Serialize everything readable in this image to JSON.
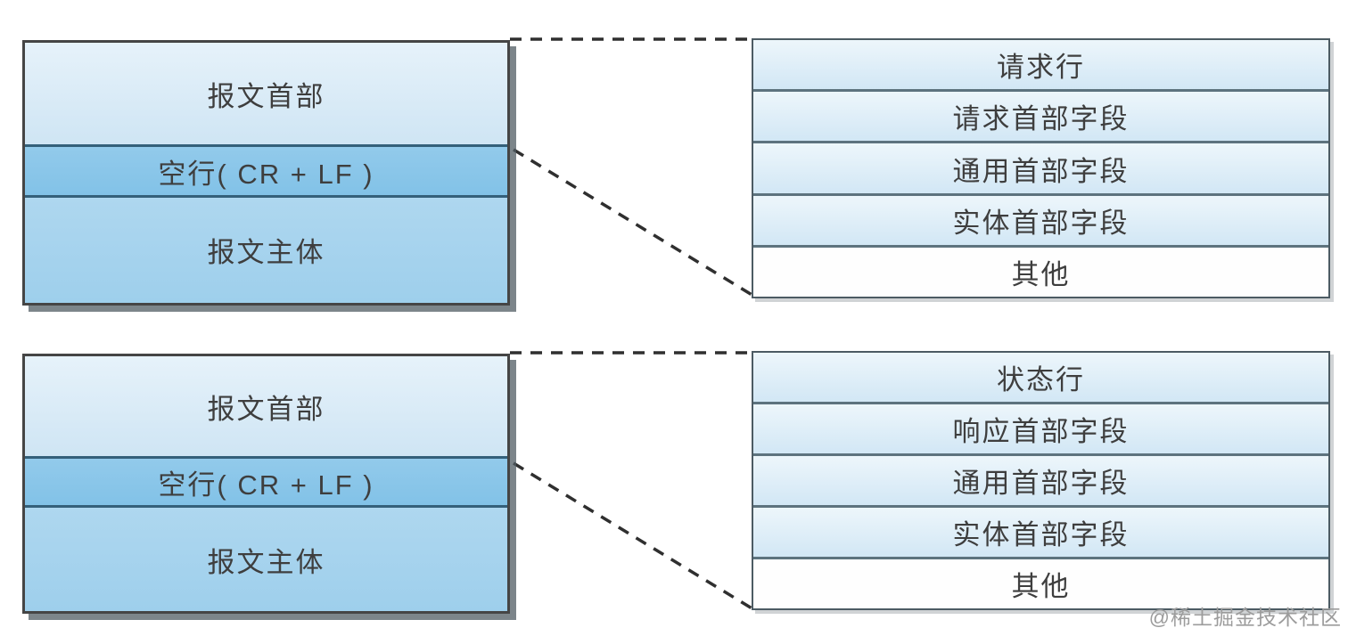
{
  "diagram": {
    "title_implicit": "HTTP message structure",
    "request": {
      "message": {
        "rows": [
          "报文首部",
          "空行( CR + LF )",
          "报文主体"
        ]
      },
      "structure": {
        "rows": [
          "请求行",
          "请求首部字段",
          "通用首部字段",
          "实体首部字段",
          "其他"
        ]
      }
    },
    "response": {
      "message": {
        "rows": [
          "报文首部",
          "空行( CR + LF )",
          "报文主体"
        ]
      },
      "structure": {
        "rows": [
          "状态行",
          "响应首部字段",
          "通用首部字段",
          "实体首部字段",
          "其他"
        ]
      }
    },
    "watermark": "@稀土掘金技术社区",
    "colors": {
      "header_row_fill": "#d9eaf6",
      "blank_line_fill": "#86c4e8",
      "body_row_fill": "#a6d3ed",
      "structure_row_fill": "#ddedf7",
      "other_row_fill": "#ffffff",
      "divider": "#34607a",
      "outer_border": "#454545",
      "connector": "#2f2f2f",
      "watermark_text": "#9c9c9c"
    }
  }
}
